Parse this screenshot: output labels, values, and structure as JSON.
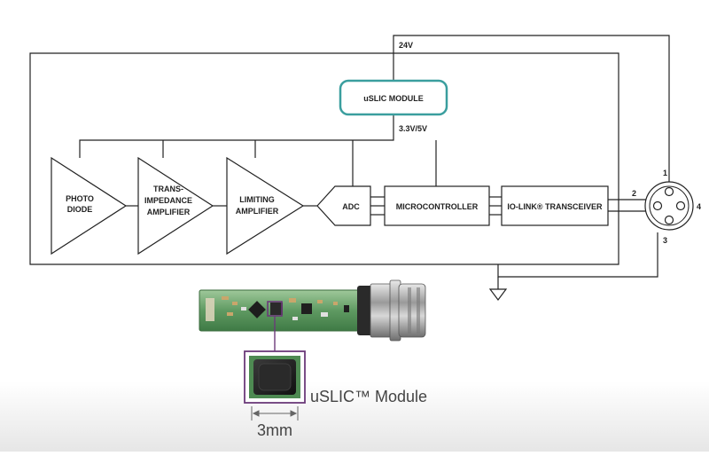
{
  "diagram": {
    "rail_labels": {
      "supply": "24V",
      "logic": "3.3V/5V"
    },
    "blocks": {
      "uslic": "uSLIC MODULE",
      "photodiode": [
        "PHOTO",
        "DIODE"
      ],
      "tia": [
        "TRANS-",
        "IMPEDANCE",
        "AMPLIFIER"
      ],
      "limiting": [
        "LIMITING",
        "AMPLIFIER"
      ],
      "adc": "ADC",
      "mcu": "MICROCONTROLLER",
      "iolink": "IO-LINK® TRANSCEIVER"
    },
    "connector_pins": [
      "1",
      "2",
      "3",
      "4"
    ],
    "photo": {
      "callout": "uSLIC™ Module",
      "dimension": "3mm"
    },
    "colors": {
      "uslic_border": "#3a9e9e",
      "callout_border": "#6b3a7a",
      "line": "#222222"
    }
  }
}
